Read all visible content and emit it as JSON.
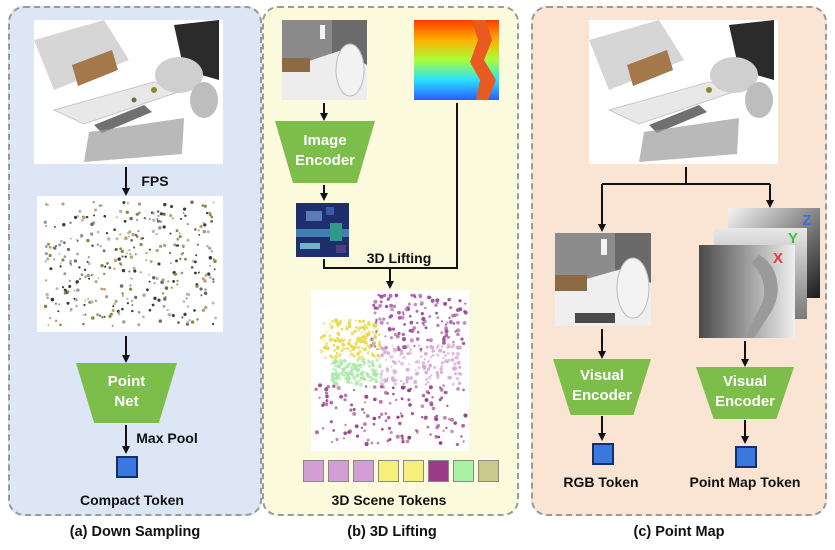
{
  "panels": {
    "down_sampling": {
      "caption": "(a) Down Sampling",
      "fps_label": "FPS",
      "encoder_label": "Point\nNet",
      "pool_label": "Max Pool",
      "token_label": "Compact Token",
      "color": "#dce6f5"
    },
    "lifting": {
      "caption": "(b) 3D Lifting",
      "encoder_label": "Image\nEncoder",
      "lifting_label": "3D Lifting",
      "tokens_label": "3D Scene Tokens",
      "color": "#fbfadc",
      "scene_token_colors": [
        "#d39ed6",
        "#d39ed6",
        "#d39ed6",
        "#f5f07a",
        "#f5f07a",
        "#9b3a86",
        "#a9f2a5",
        "#c9c98e"
      ]
    },
    "point_map": {
      "caption": "(c) Point Map",
      "left_encoder_label": "Visual\nEncoder",
      "right_encoder_label": "Visual\nEncoder",
      "rgb_token_label": "RGB Token",
      "pointmap_token_label": "Point Map Token",
      "axis_x": "X",
      "axis_y": "Y",
      "axis_z": "Z",
      "color": "#fae4d3"
    }
  },
  "colors": {
    "encoder": "#7dbd4a",
    "token": "#3a78e0",
    "arrow": "#111111"
  }
}
